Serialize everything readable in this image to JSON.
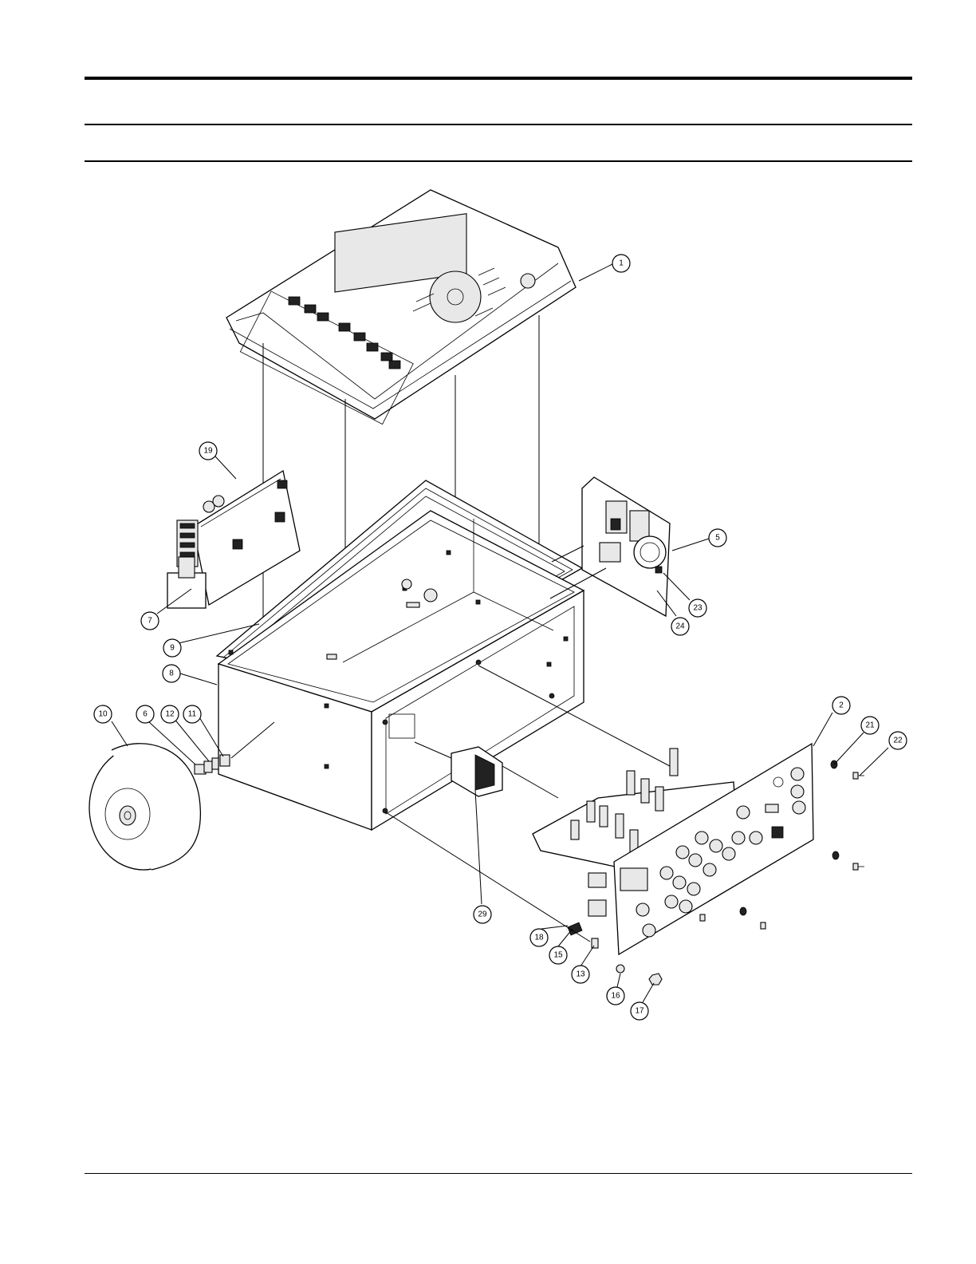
{
  "callouts": [
    "1",
    "2",
    "5",
    "6",
    "7",
    "8",
    "9",
    "10",
    "11",
    "12",
    "13",
    "15",
    "16",
    "17",
    "18",
    "19",
    "21",
    "22",
    "23",
    "24",
    "29"
  ]
}
